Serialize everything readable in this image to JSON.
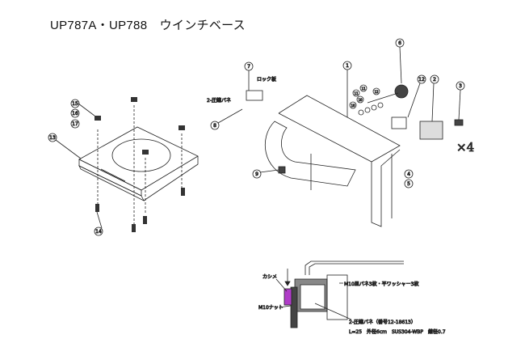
{
  "title": "UP787A・UP788　ウインチベース",
  "callouts": {
    "c1": "1",
    "c2": "2",
    "c3": "3",
    "c4": "4",
    "c5": "5",
    "c6": "6",
    "c7": "7",
    "c8": "8",
    "c9": "9",
    "c10a": "10",
    "c10b": "10",
    "c11a": "11",
    "c11b": "11",
    "c12": "12",
    "c12b": "12",
    "c13": "13",
    "c14": "14",
    "c15": "15",
    "c16": "16",
    "c17": "17"
  },
  "labels": {
    "lock_plate": "ロック板",
    "spring": "2-圧縮バネ",
    "quantity": "×4"
  },
  "detail": {
    "caulk": "カシメ",
    "nut": "M10ナット",
    "washers": "M10皿バネ3枚・平ワッシャー3枚",
    "spring": "2-圧縮バネ（番号12-18613）",
    "spec": "L=25　外径6cm　SUS304-WBP　線径0.7"
  },
  "colors": {
    "highlight": "#b03cc8",
    "line": "#222222"
  }
}
